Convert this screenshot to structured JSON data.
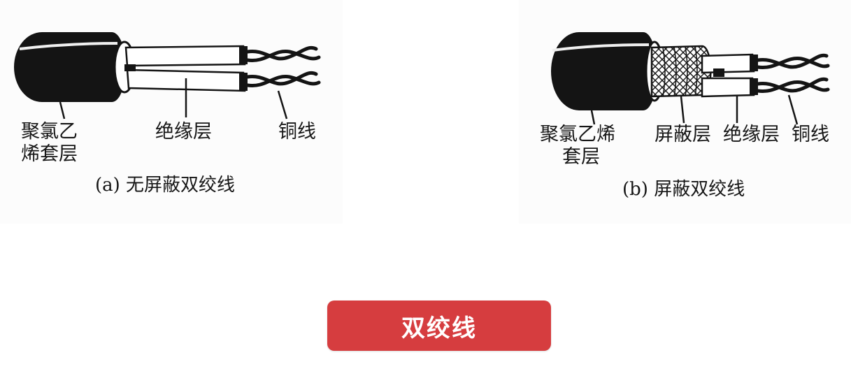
{
  "figure_a": {
    "label_jacket_line1": "聚氯乙",
    "label_jacket_line2": "烯套层",
    "label_insulation": "绝缘层",
    "label_copper": "铜线",
    "caption": "(a) 无屏蔽双绞线"
  },
  "figure_b": {
    "label_jacket_line1": "聚氯乙烯",
    "label_jacket_line2": "套层",
    "label_shield": "屏蔽层",
    "label_insulation": "绝缘层",
    "label_copper": "铜线",
    "caption": "(b) 屏蔽双绞线"
  },
  "badge": {
    "label": "双绞线",
    "color": "#d63d3f"
  }
}
